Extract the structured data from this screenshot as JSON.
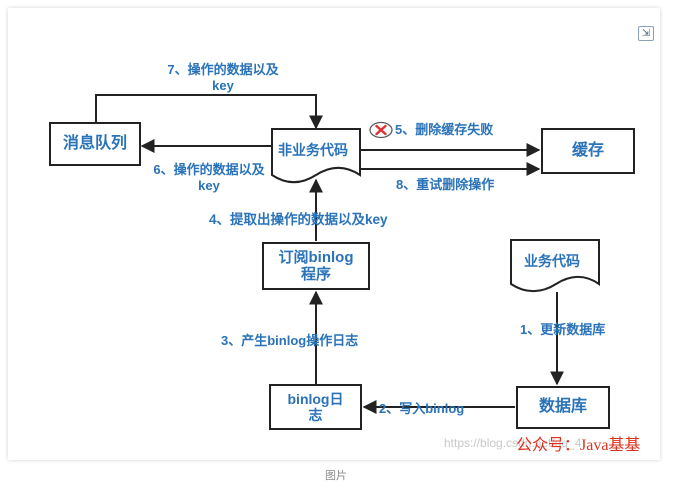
{
  "colors": {
    "accent": "#2a73b9",
    "line": "#222222",
    "error": "#e03030",
    "brand": "#e0301e"
  },
  "nodes": {
    "mq": "消息队列",
    "nonbiz": "非业务代码",
    "cache": "缓存",
    "subscribe_line1": "订阅binlog",
    "subscribe_line2": "程序",
    "bizcode": "业务代码",
    "binlog_line1": "binlog日",
    "binlog_line2": "志",
    "db": "数据库"
  },
  "edges": {
    "e7_line1": "7、操作的数据以及",
    "e7_line2": "key",
    "e5": "5、删除缓存失败",
    "e6_line1": "6、操作的数据以及",
    "e6_line2": "key",
    "e8": "8、重试删除操作",
    "e4": "4、提取出操作的数据以及key",
    "e3": "3、产生binlog操作日志",
    "e1": "1、更新数据库",
    "e2": "2、写入binlog"
  },
  "icons": {
    "fail": "x-circle-icon",
    "expand": "expand-icon"
  },
  "watermark": "https://blog.csdn.net/qq_4",
  "brand": "公众号：Java基基",
  "caption": "图片"
}
